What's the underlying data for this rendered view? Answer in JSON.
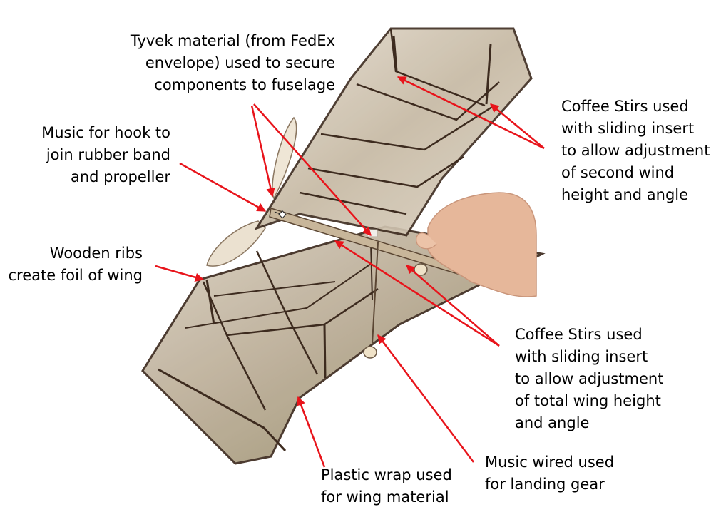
{
  "colors": {
    "arrow": "#e8141b",
    "frame": "#3d2b1f",
    "film": "#b8aa96",
    "hand": "#e8b89c"
  },
  "labels": {
    "tyvek": [
      "Tyvek material (from FedEx",
      "envelope) used to secure",
      "components to fuselage"
    ],
    "hook": [
      "Music for hook to",
      "join rubber band",
      "and propeller"
    ],
    "ribs": [
      "Wooden ribs",
      "create foil of wing"
    ],
    "stirs_second": [
      "Coffee Stirs used",
      "with sliding insert",
      "to allow adjustment",
      "of second wind",
      "height and angle"
    ],
    "stirs_total": [
      "Coffee Stirs used",
      "with sliding insert",
      "to allow adjustment",
      "of total wing height",
      "and angle"
    ],
    "landing": [
      "Music wired used",
      "for landing gear"
    ],
    "plastic": [
      "Plastic wrap used",
      "for wing material"
    ]
  }
}
